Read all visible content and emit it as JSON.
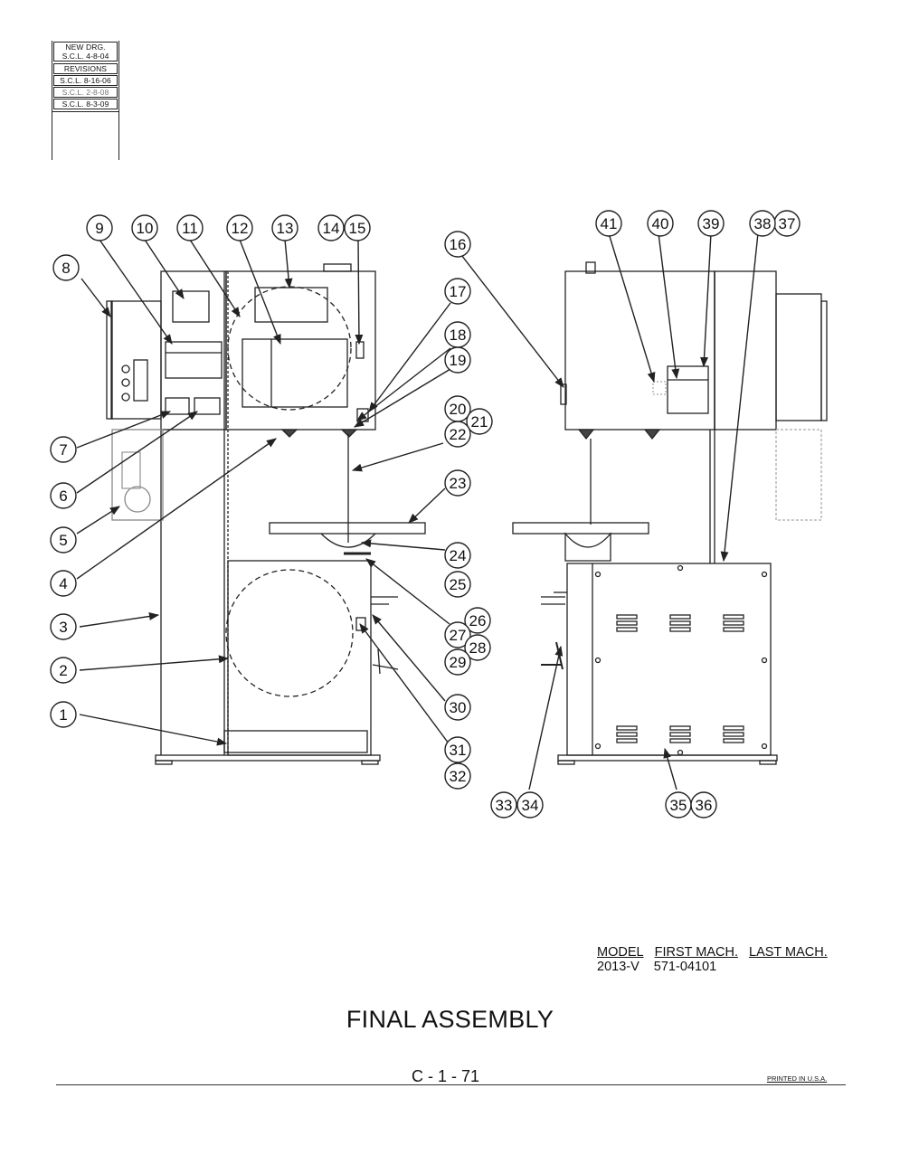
{
  "revision_block": {
    "new_drawing": "NEW DRG.",
    "new_drawing_date": "S.C.L.  4-8-04",
    "revisions_label": "REVISIONS",
    "revisions": [
      "S.C.L. 8-16-06",
      "S.C.L. 2-8-08",
      "S.C.L. 8-3-09"
    ]
  },
  "callouts": [
    "1",
    "2",
    "3",
    "4",
    "5",
    "6",
    "7",
    "8",
    "9",
    "10",
    "11",
    "12",
    "13",
    "14",
    "15",
    "16",
    "17",
    "18",
    "19",
    "20",
    "21",
    "22",
    "23",
    "24",
    "25",
    "26",
    "27",
    "28",
    "29",
    "30",
    "31",
    "32",
    "33",
    "34",
    "35",
    "36",
    "37",
    "38",
    "39",
    "40",
    "41"
  ],
  "model_table": {
    "headers": [
      "MODEL",
      "FIRST MACH.",
      "LAST MACH."
    ],
    "rows": [
      [
        "2013-V",
        "571-04101",
        ""
      ]
    ]
  },
  "title": "FINAL ASSEMBLY",
  "page_number": "C - 1 - 71",
  "printed_note": "PRINTED IN U.S.A."
}
